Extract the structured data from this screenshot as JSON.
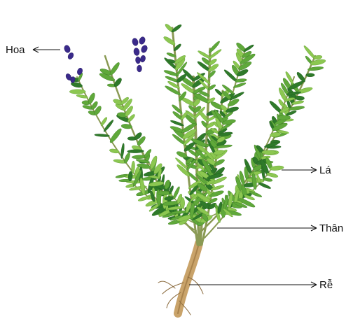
{
  "labels": {
    "flower": "Hoa",
    "leaf": "Lá",
    "stem": "Thân",
    "root": "Rễ"
  },
  "colors": {
    "leaf": "#5fa83a",
    "root": "#c9a36a",
    "flower": "#3a2a8a"
  }
}
